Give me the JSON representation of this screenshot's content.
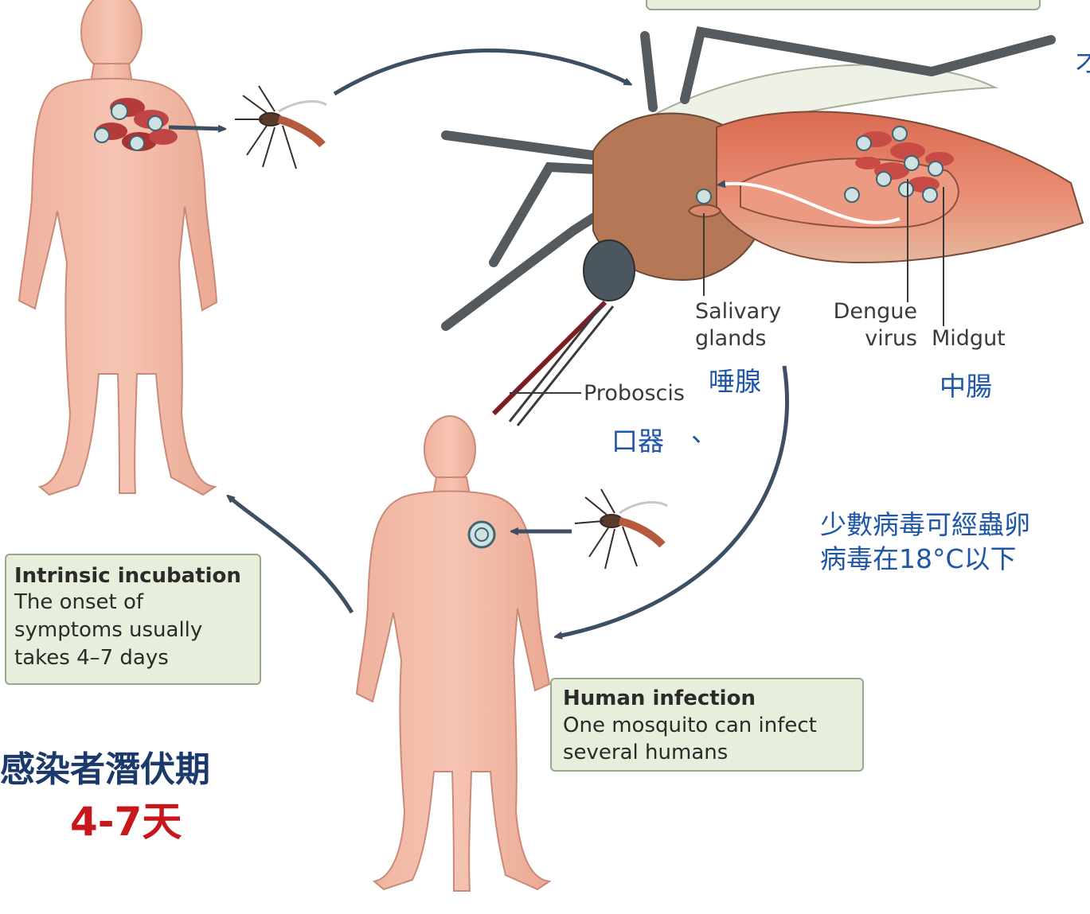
{
  "labels": {
    "salivary_glands": "Salivary\nglands",
    "dengue_virus": "Dengue\nvirus",
    "midgut": "Midgut",
    "proboscis": "Proboscis"
  },
  "chinese_labels": {
    "salivary": "唾腺",
    "midgut": "中腸",
    "mouthparts": "口器",
    "comma": "、",
    "top_right_partial": "才",
    "note_line1": "少數病毒可經蟲卵",
    "note_line2": "病毒在18°C以下"
  },
  "boxes": {
    "intrinsic": {
      "title": "Intrinsic incubation",
      "body": "The onset of\nsymptoms usually\ntakes 4–7 days"
    },
    "human_infection": {
      "title": "Human infection",
      "body": "One mosquito can infect\nseveral humans"
    }
  },
  "callout": {
    "line1": "感染者潛伏期",
    "range": "4-7",
    "unit": "天"
  },
  "colors": {
    "skin": "#f2b8a4",
    "box_fill": "#e7eedb",
    "arrow": "#3c4f63",
    "label_blue": "#1e56a8",
    "callout_navy": "#1b3a6b",
    "callout_red": "#c8161d"
  }
}
